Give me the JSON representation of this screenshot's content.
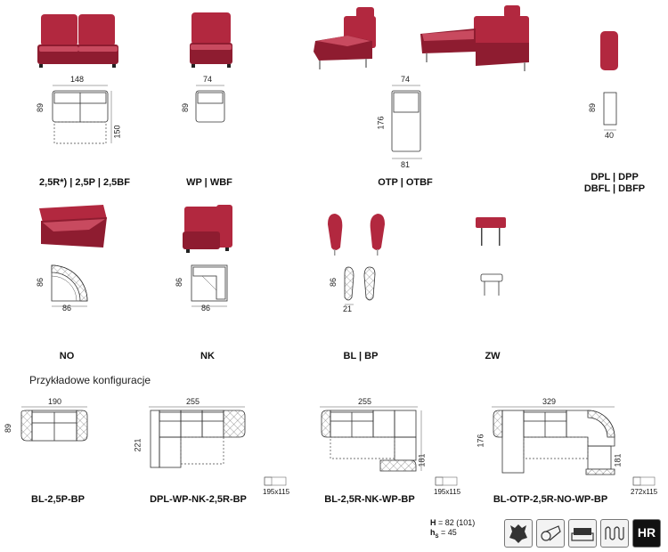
{
  "modules": {
    "m1": {
      "label": "2,5R*) | 2,5P | 2,5BF",
      "width": "148",
      "depth": "89",
      "extended": "150"
    },
    "m2": {
      "label": "WP  |  WBF",
      "width": "74",
      "depth": "89"
    },
    "m3": {
      "label": "OTP  |  OTBF",
      "width_top": "74",
      "depth": "176",
      "width_bottom": "81"
    },
    "m4": {
      "label_line1": "DPL  |  DPP",
      "label_line2": "DBFL | DBFP",
      "depth": "89",
      "width": "40"
    },
    "m5": {
      "label": "NO",
      "depth": "86",
      "width": "86"
    },
    "m6": {
      "label": "NK",
      "depth": "86",
      "width": "86"
    },
    "m7": {
      "label": "BL | BP",
      "depth": "86",
      "width": "21"
    },
    "m8": {
      "label": "ZW"
    }
  },
  "configs_heading": "Przykładowe konfiguracje",
  "configs": {
    "c1": {
      "label": "BL-2,5P-BP",
      "width": "190",
      "depth": "89"
    },
    "c2": {
      "label": "DPL-WP-NK-2,5R-BP",
      "width": "255",
      "depth": "221",
      "bed": "195x115"
    },
    "c3": {
      "label": "BL-2,5R-NK-WP-BP",
      "width": "255",
      "depth": "181",
      "bed": "195x115"
    },
    "c4": {
      "label": "BL-OTP-2,5R-NO-WP-BP",
      "width": "329",
      "depth_left": "176",
      "depth_right": "181",
      "bed": "272x115"
    }
  },
  "specs": {
    "h_label": "H",
    "h_value": "= 82 (101)",
    "hs_label": "h",
    "hs_sub": "S",
    "hs_value": "=   45"
  },
  "icons": {
    "leather": "leather-icon",
    "fabric": "fabric-roll-icon",
    "sofa_bed": "sofa-bed-icon",
    "springs": "springs-icon",
    "hr_text": "HR"
  },
  "colors": {
    "upholstery": "#b2283f"
  }
}
